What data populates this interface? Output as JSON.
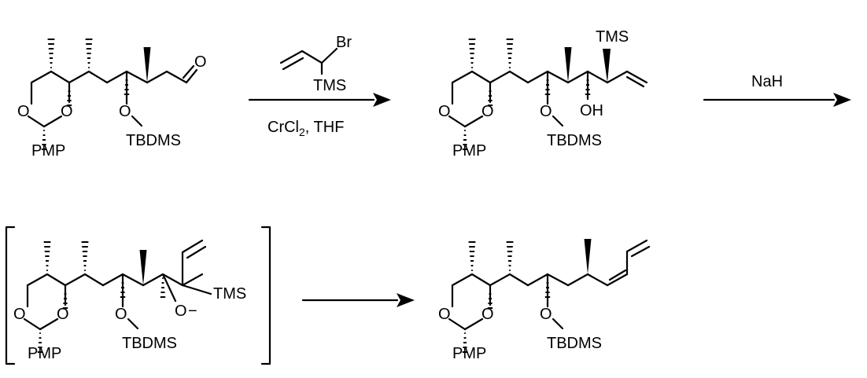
{
  "scheme": {
    "compound1": {
      "o_ring1": "O",
      "o_ring2": "O",
      "pmp": "PMP",
      "o_ether": "O",
      "tbdms": "TBDMS",
      "o_carbonyl": "O"
    },
    "reagent": {
      "br": "Br",
      "tms": "TMS",
      "conditions_cr": "CrCl",
      "conditions_sub": "2",
      "conditions_rest": ", THF"
    },
    "compound2": {
      "o_ring1": "O",
      "o_ring2": "O",
      "pmp": "PMP",
      "o_ether": "O",
      "tbdms": "TBDMS",
      "oh": "OH",
      "tms": "TMS"
    },
    "step2": {
      "reagent": "NaH"
    },
    "intermediate": {
      "o_ring1": "O",
      "o_ring2": "O",
      "pmp": "PMP",
      "o_ether": "O",
      "tbdms": "TBDMS",
      "o_minus": "O",
      "charge": "−",
      "tms": "TMS"
    },
    "product": {
      "o_ring1": "O",
      "o_ring2": "O",
      "pmp": "PMP",
      "o_ether": "O",
      "tbdms": "TBDMS"
    }
  }
}
